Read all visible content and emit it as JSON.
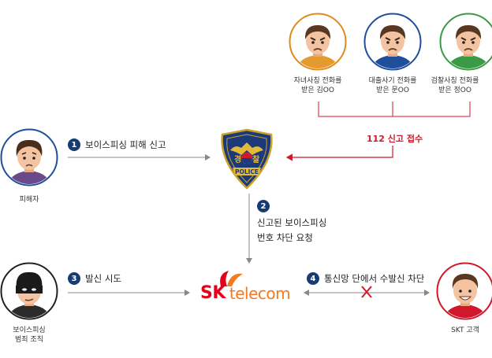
{
  "colors": {
    "primary": "#173c74",
    "alert": "#d0172b",
    "arrow": "#888888",
    "sk_red": "#e2001a",
    "sk_orange": "#f47920"
  },
  "reporters": [
    {
      "caption_line1": "자녀사칭 전화를",
      "caption_line2": "받은 김OO",
      "ring": "#e08a1e"
    },
    {
      "caption_line1": "대출사기 전화를",
      "caption_line2": "받은 문OO",
      "ring": "#1f4f9a"
    },
    {
      "caption_line1": "검찰사칭 전화를",
      "caption_line2": "받은 정OO",
      "ring": "#3c9a46"
    }
  ],
  "report_label": "112 신고 접수",
  "victim": {
    "caption": "피해자"
  },
  "scammer": {
    "caption_line1": "보이스피싱",
    "caption_line2": "범죄 조직"
  },
  "customer": {
    "caption": "SKT 고객"
  },
  "police_badge": {
    "text_left": "경",
    "text_right": "찰",
    "banner": "POLICE"
  },
  "steps": [
    {
      "num": "1",
      "label": "보이스피싱 피해 신고"
    },
    {
      "num": "2",
      "label_line1": "신고된 보이스피싱",
      "label_line2": "번호 차단 요청"
    },
    {
      "num": "3",
      "label": "발신 시도"
    },
    {
      "num": "4",
      "label": "통신망 단에서 수발신 차단"
    }
  ],
  "sk_logo": {
    "sk": "SK",
    "telecom": "telecom"
  }
}
